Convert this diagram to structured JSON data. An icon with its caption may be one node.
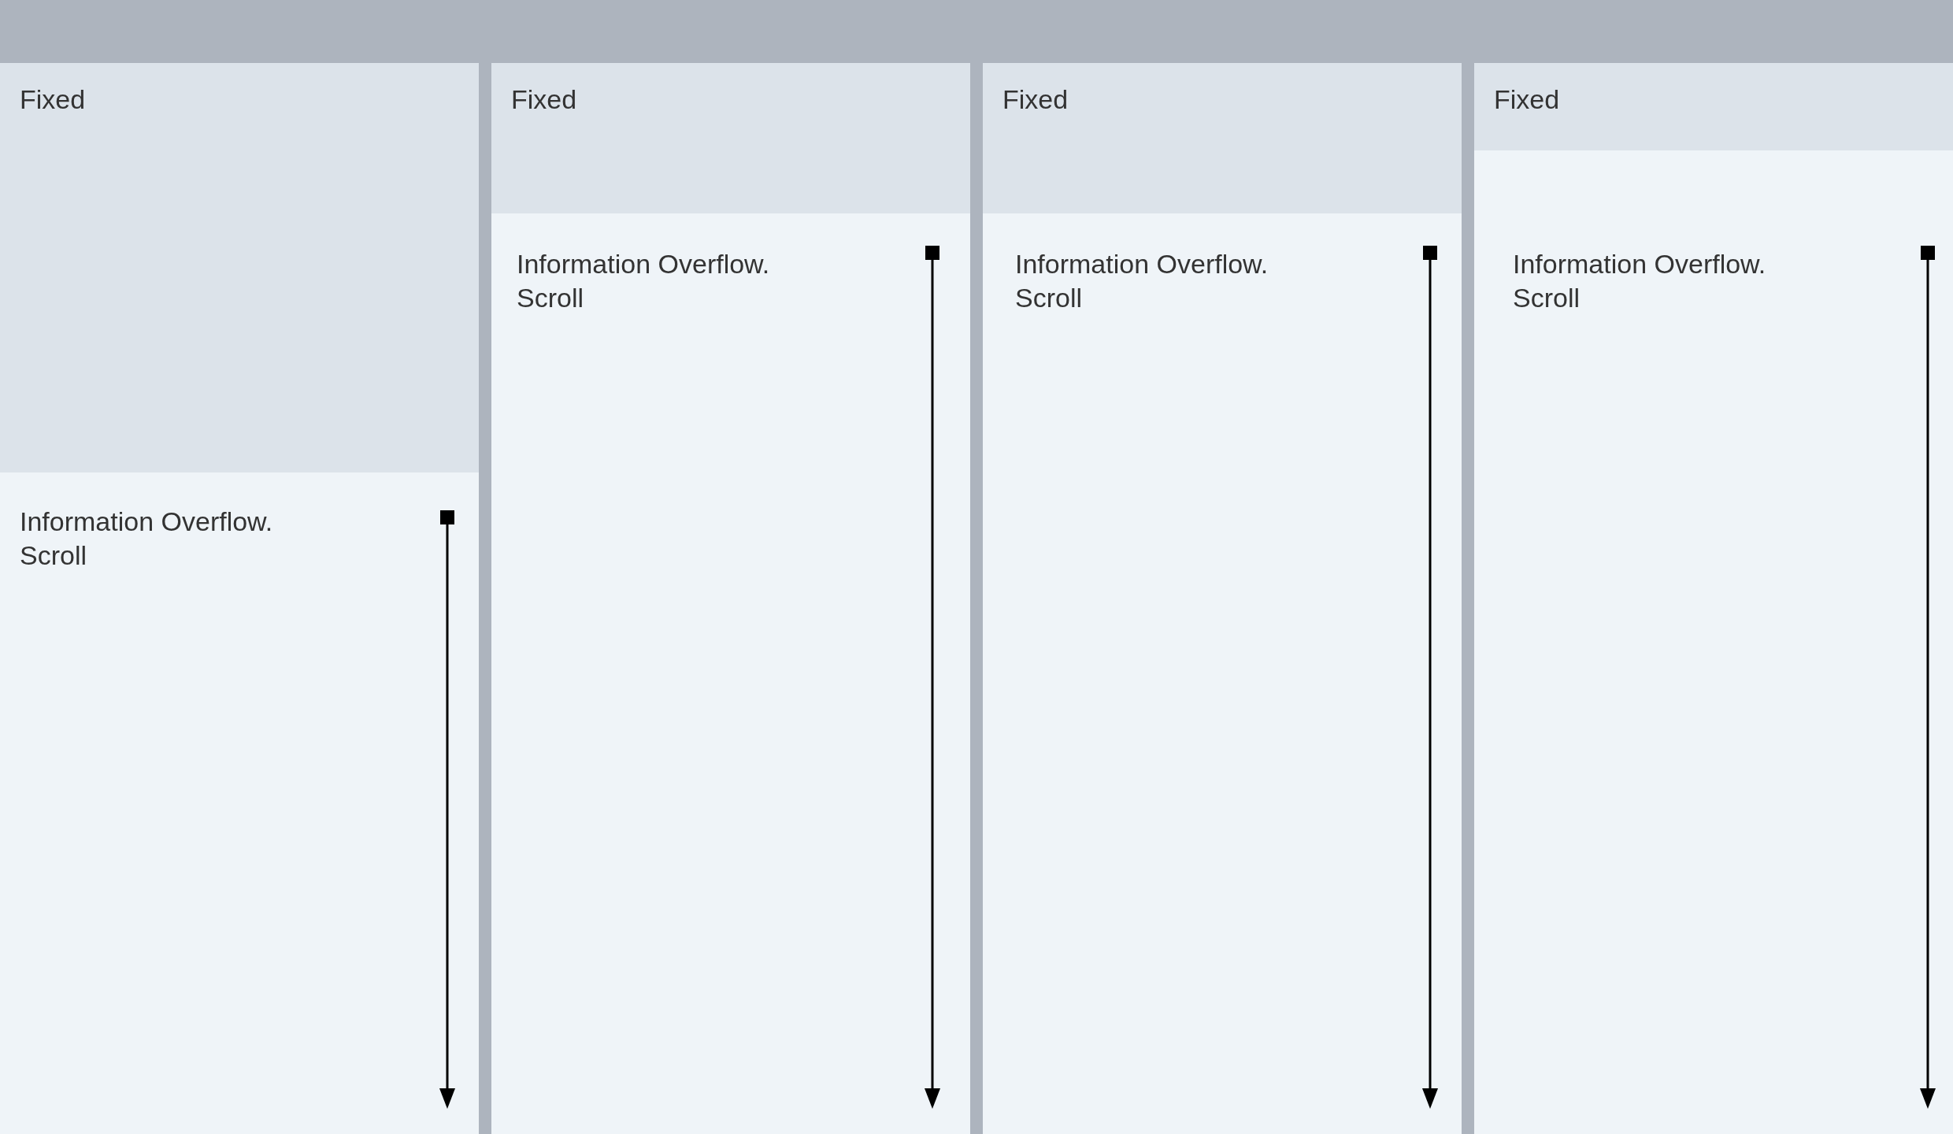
{
  "diagram": {
    "nodes": [
      {
        "text": [
          "Fixed"
        ]
      },
      {
        "text": [
          "Information Overflow. Scroll"
        ]
      },
      {
        "text": [],
        "shape": "arrow",
        "in": 1
      },
      {
        "text": [
          "Fixed"
        ]
      },
      {
        "text": [
          "Information Overflow. Scroll"
        ]
      },
      {
        "text": [],
        "shape": "arrow",
        "in": 4
      },
      {
        "text": [
          "Fixed"
        ]
      },
      {
        "text": [
          "Information Overflow. Scroll"
        ]
      },
      {
        "text": [],
        "shape": "arrow",
        "in": 7
      },
      {
        "text": [
          "Fixed"
        ]
      },
      {
        "text": [
          "Information Overflow. Scroll"
        ]
      },
      {
        "text": [],
        "shape": "arrow",
        "in": 10
      }
    ]
  }
}
